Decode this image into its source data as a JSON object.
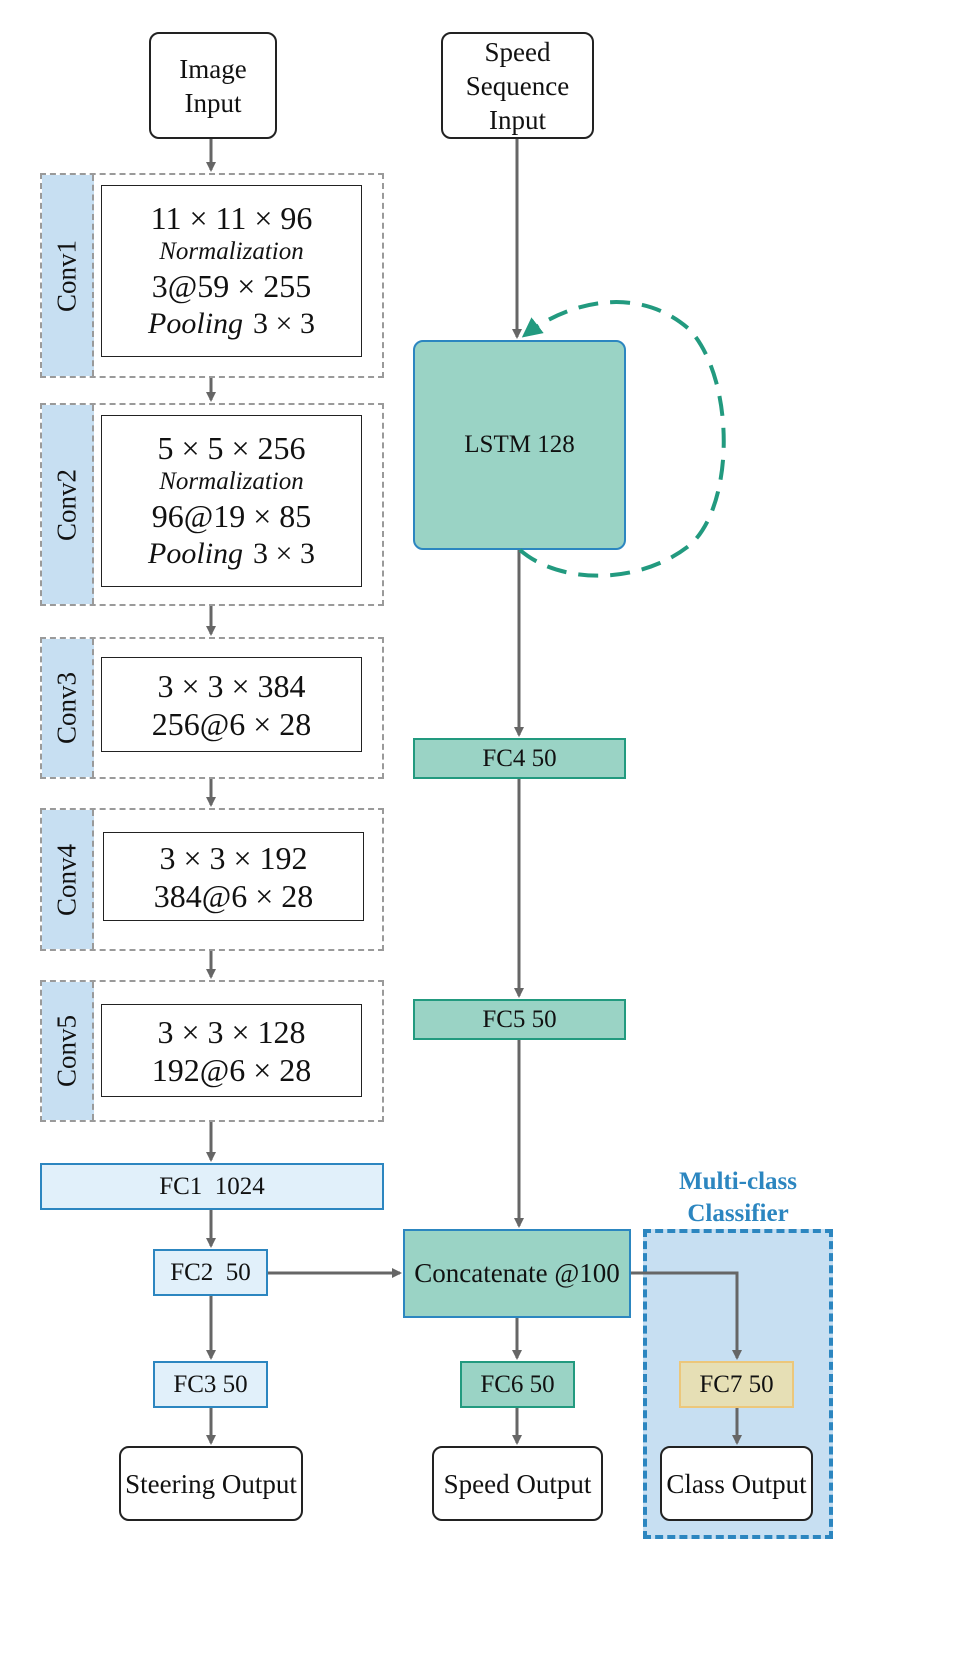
{
  "inputs": {
    "image": [
      "Image",
      "Input"
    ],
    "speed": [
      "Speed",
      "Sequence",
      "Input"
    ]
  },
  "conv_layers": [
    {
      "label": "Conv1",
      "dims": "11 × 11 × 96",
      "normalization": "Normalization",
      "feature": "3@59 × 255",
      "pooling_label": "Pooling",
      "pooling_size": "3 × 3"
    },
    {
      "label": "Conv2",
      "dims": "5 × 5 × 256",
      "normalization": "Normalization",
      "feature": "96@19 × 85",
      "pooling_label": "Pooling",
      "pooling_size": "3 × 3"
    },
    {
      "label": "Conv3",
      "dims": "3 × 3 × 384",
      "feature": "256@6 × 28"
    },
    {
      "label": "Conv4",
      "dims": "3 × 3 × 192",
      "feature": "384@6 × 28"
    },
    {
      "label": "Conv5",
      "dims": "3 × 3 × 128",
      "feature": "192@6 × 28"
    }
  ],
  "fc": {
    "fc1": "FC1  1024",
    "fc2": "FC2  50",
    "fc3": "FC3 50",
    "fc4": "FC4 50",
    "fc5": "FC5 50",
    "fc6": "FC6 50",
    "fc7": "FC7 50"
  },
  "lstm": "LSTM 128",
  "concat": "Concatenate @100",
  "outputs": {
    "steering": "Steering Output",
    "speed": "Speed Output",
    "class": "Class Output"
  },
  "classifier_title": [
    "Multi-class",
    "Classifier"
  ],
  "colors": {
    "light_blue_fill": "#e1f0fa",
    "blue_border": "#2c86c0",
    "teal_fill": "#9ad3c5",
    "teal_border": "#229a7f",
    "classifier_fill": "#c7dff2",
    "fc7_fill": "#e6dfb5",
    "recurrent_arrow": "#229a7f",
    "arrow_gray": "#666666"
  }
}
